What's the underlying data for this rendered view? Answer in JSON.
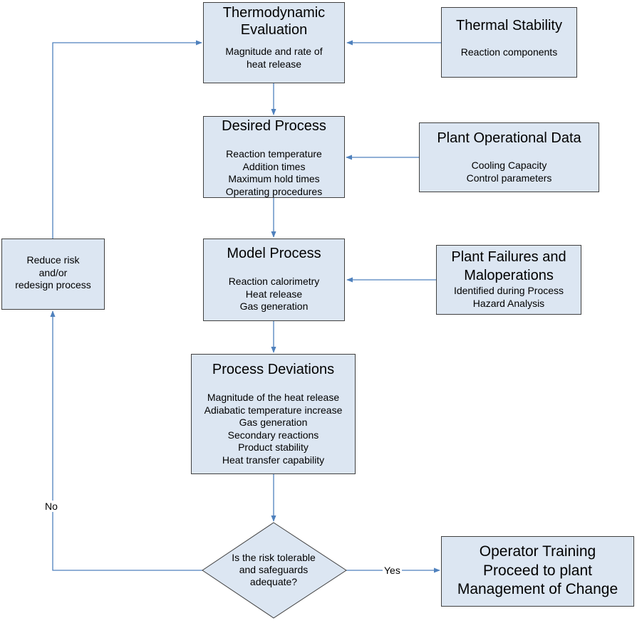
{
  "nodes": {
    "thermo": {
      "title": [
        "Thermodynamic",
        "Evaluation"
      ],
      "lines": [
        "Magnitude and rate of",
        "heat release"
      ]
    },
    "thermal": {
      "title": [
        "Thermal Stability"
      ],
      "lines": [
        "Reaction components"
      ]
    },
    "desired": {
      "title": [
        "Desired Process"
      ],
      "lines": [
        "Reaction temperature",
        "Addition times",
        "Maximum hold times",
        "Operating procedures"
      ]
    },
    "plantops": {
      "title": [
        "Plant Operational Data"
      ],
      "lines": [
        "Cooling Capacity",
        "Control parameters"
      ]
    },
    "model": {
      "title": [
        "Model Process"
      ],
      "lines": [
        "Reaction calorimetry",
        "Heat release",
        "Gas generation"
      ]
    },
    "failures": {
      "title": [
        "Plant Failures and",
        "Maloperations"
      ],
      "lines": [
        "Identified during Process",
        "Hazard Analysis"
      ]
    },
    "deviations": {
      "title": [
        "Process Deviations"
      ],
      "lines": [
        "Magnitude of the heat release",
        "Adiabatic temperature increase",
        "Gas generation",
        "Secondary reactions",
        "Product stability",
        "Heat transfer capability"
      ]
    },
    "reduce": {
      "lines": [
        "Reduce risk",
        "and/or",
        "redesign process"
      ]
    },
    "decision": {
      "lines": [
        "Is the risk tolerable",
        "and safeguards",
        "adequate?"
      ]
    },
    "training": {
      "lines": [
        "Operator Training",
        "Proceed to plant",
        "Management of Change"
      ]
    }
  },
  "edge_labels": {
    "no": "No",
    "yes": "Yes"
  },
  "colors": {
    "fill": "#dce6f2",
    "border": "#404040",
    "arrow": "#4f81bd"
  }
}
